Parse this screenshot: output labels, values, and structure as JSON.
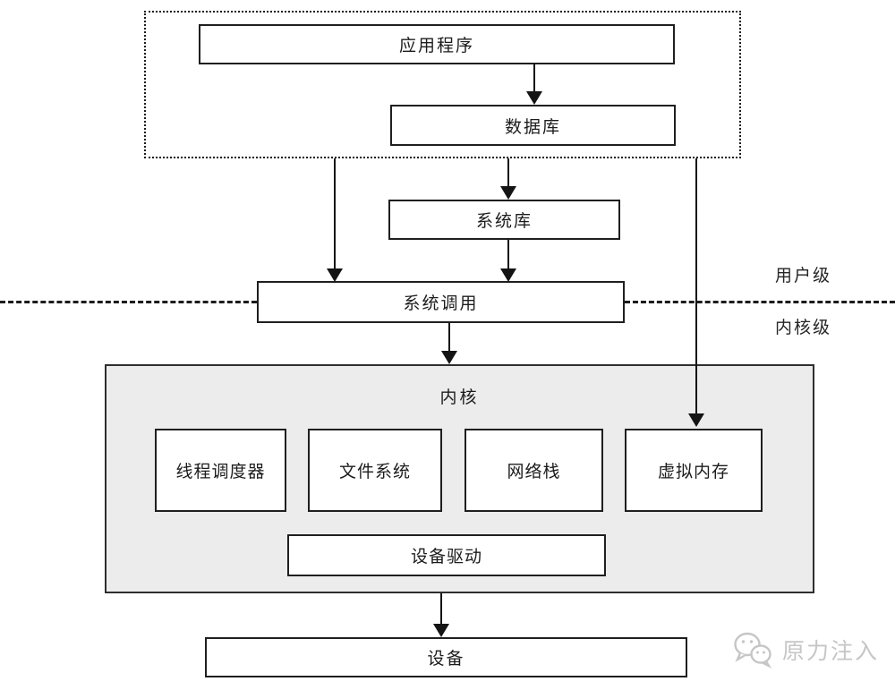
{
  "diagram": {
    "nodes": {
      "application": "应用程序",
      "database": "数据库",
      "system_library": "系统库",
      "system_call": "系统调用",
      "kernel_title": "内核",
      "kernel_modules": [
        "线程调度器",
        "文件系统",
        "网络栈",
        "虚拟内存"
      ],
      "device_driver": "设备驱动",
      "device": "设备"
    },
    "labels": {
      "user_level": "用户级",
      "kernel_level": "内核级"
    },
    "colors": {
      "kernel_fill": "#ececec",
      "line": "#141414",
      "watermark": "#c6c6c6"
    }
  },
  "watermark": {
    "label": "原力注入",
    "icon": "wechat-bubbles-icon"
  }
}
